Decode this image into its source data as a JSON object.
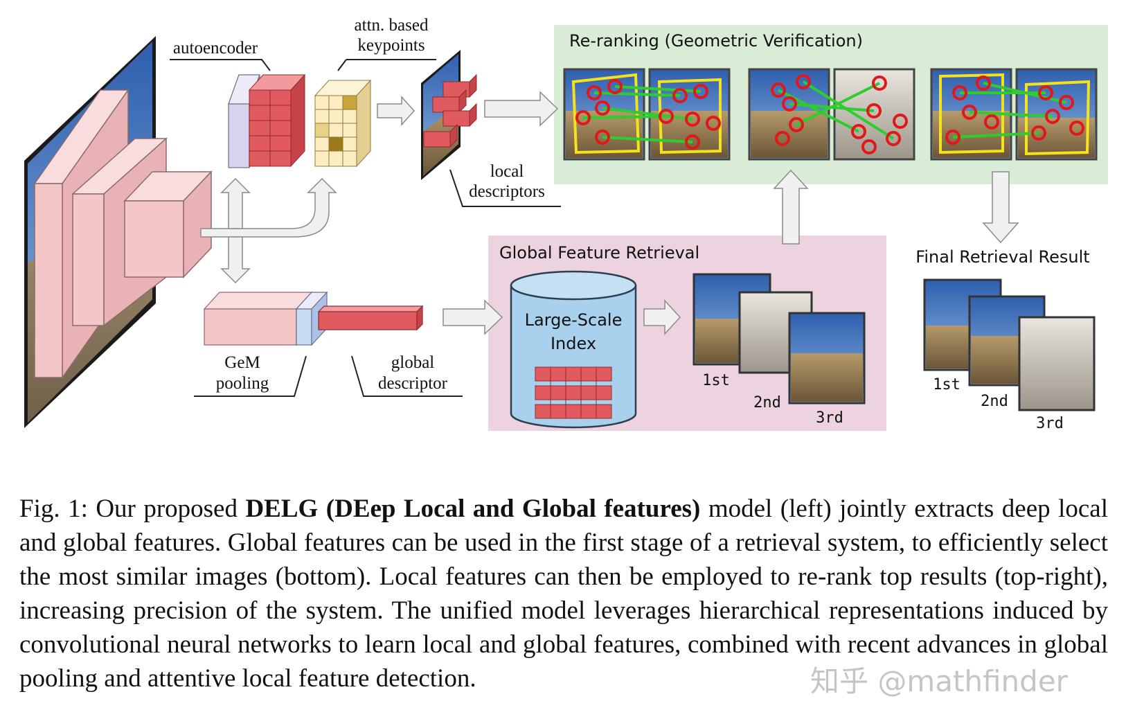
{
  "colors": {
    "reranking_panel": "#d8ecd6",
    "global_panel": "#ecd3df",
    "cnn_block": "#f4c6c8",
    "red_cells": "#e05a60",
    "lavender": "#d9d4ee",
    "yellow_cells": "#fbecc2",
    "index_blue": "#a9d0ec",
    "match_green": "#2ecc2e",
    "keypoint_red": "#e01818",
    "box_yellow": "#f4e21c"
  },
  "labels": {
    "autoencoder": "autoencoder",
    "attn_line1": "attn. based",
    "attn_line2": "keypoints",
    "local_line1": "local",
    "local_line2": "descriptors",
    "gem_line1": "GeM",
    "gem_line2": "pooling",
    "global_line1": "global",
    "global_line2": "descriptor",
    "reranking_title": "Re-ranking (Geometric Verification)",
    "global_retrieval_title": "Global Feature Retrieval",
    "index_line1": "Large-Scale",
    "index_line2": "Index",
    "final_title": "Final Retrieval Result",
    "rank1": "1st",
    "rank2": "2nd",
    "rank3": "3rd"
  },
  "caption": {
    "prefix": "Fig. 1: Our proposed ",
    "bold": "DELG (DEep Local and Global features)",
    "text": " model (left) jointly extracts deep local and global features. Global features can be used in the first stage of a retrieval system, to efficiently select the most similar images (bottom). Local features can then be employed to re-rank top results (top-right), increasing precision of the system. The unified model leverages hierarchical representations induced by convolutional neural networks to learn local and global features, combined with recent advances in global pooling and attentive local feature detection."
  },
  "watermark": "知乎 @mathfinder"
}
